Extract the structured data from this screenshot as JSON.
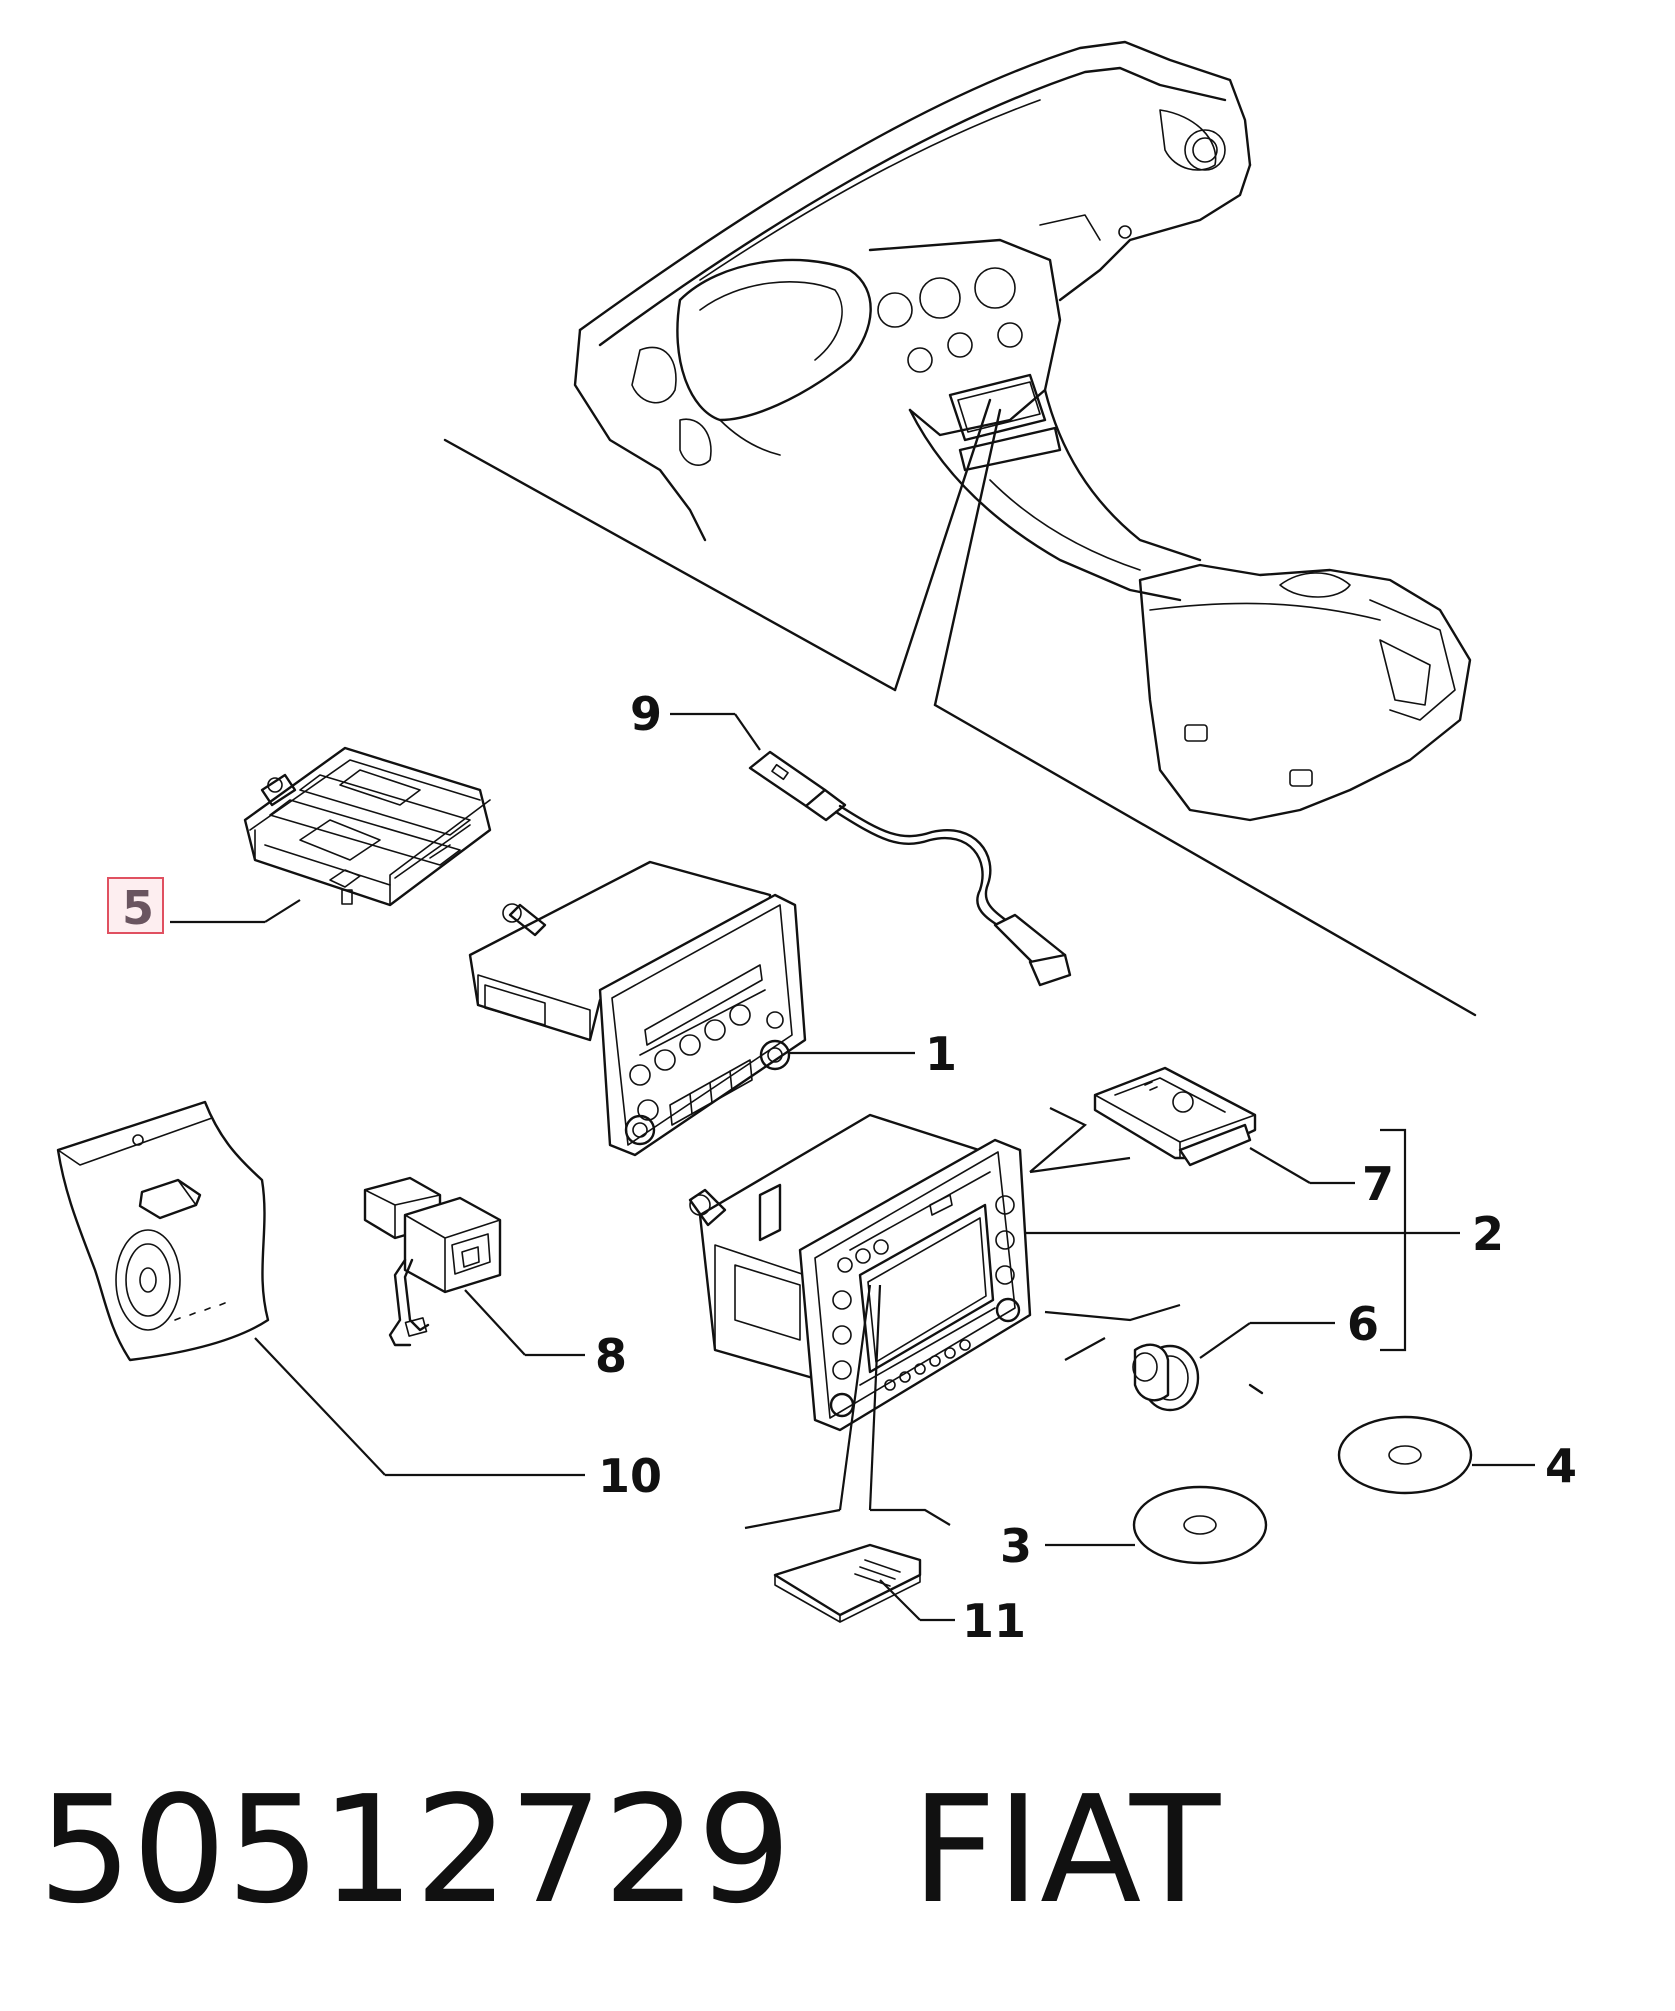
{
  "callouts": {
    "c1": "1",
    "c2": "2",
    "c3": "3",
    "c4": "4",
    "c5": "5",
    "c6": "6",
    "c7": "7",
    "c8": "8",
    "c9": "9",
    "c10": "10",
    "c11": "11"
  },
  "highlighted_callout": "5",
  "highlight_color": "#e05060",
  "footer": {
    "part_number": "50512729",
    "brand": "FIAT"
  }
}
